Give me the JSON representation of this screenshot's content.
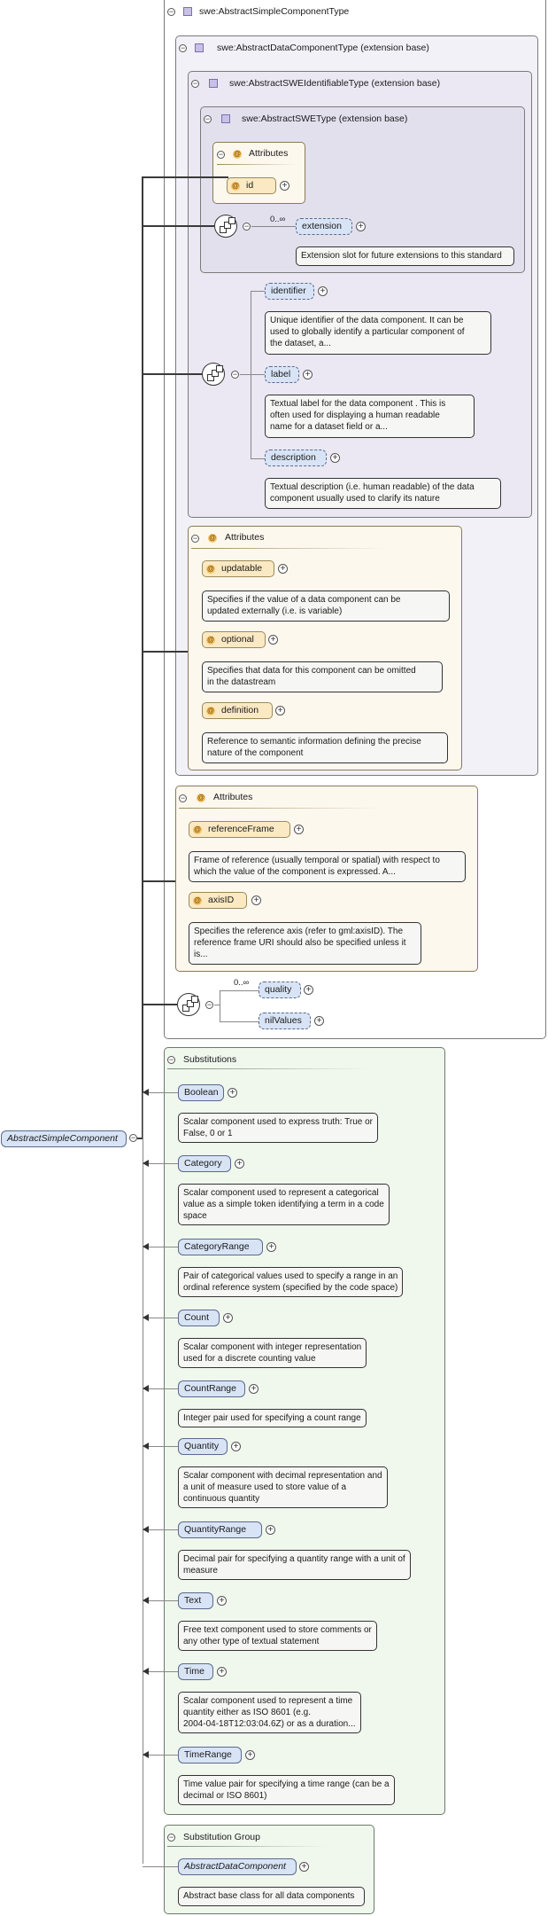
{
  "root": {
    "label": "AbstractSimpleComponent"
  },
  "complex_type": {
    "title": "swe:AbstractSimpleComponentType"
  },
  "data_component_type": {
    "title": "swe:AbstractDataComponentType (extension base)"
  },
  "identifiable_type": {
    "title": "swe:AbstractSWEIdentifiableType (extension base)"
  },
  "swe_type": {
    "title": "swe:AbstractSWEType (extension base)",
    "attributes_title": "Attributes",
    "id_attr": "id",
    "extension": {
      "label": "extension",
      "occurs": "0..∞",
      "doc": "Extension slot for future extensions to this standard"
    }
  },
  "identifiable_elements": [
    {
      "label": "identifier",
      "doc_lines": [
        "Unique identifier of the data component. It can be",
        "used to globally identify a particular component of",
        "the dataset, a..."
      ]
    },
    {
      "label": "label",
      "doc_lines": [
        "Textual label for the data component . This is",
        "often used for displaying a human readable",
        "name for a dataset field or a..."
      ]
    },
    {
      "label": "description",
      "doc_lines": [
        "Textual description (i.e. human readable) of the data",
        "component usually used to clarify its nature"
      ]
    }
  ],
  "data_component_attributes": {
    "title": "Attributes",
    "items": [
      {
        "label": "updatable",
        "doc_lines": [
          "Specifies if the value of a data component can be",
          "updated externally (i.e. is variable)"
        ]
      },
      {
        "label": "optional",
        "doc_lines": [
          "Specifies that data for this component can be omitted",
          "in the datastream"
        ]
      },
      {
        "label": "definition",
        "doc_lines": [
          "Reference to semantic information defining the precise",
          "nature of the component"
        ]
      }
    ]
  },
  "simple_attributes": {
    "title": "Attributes",
    "items": [
      {
        "label": "referenceFrame",
        "doc_lines": [
          "Frame of reference (usually temporal or spatial) with respect to",
          "which the value of the component is expressed. A..."
        ]
      },
      {
        "label": "axisID",
        "doc_lines": [
          "Specifies the reference axis (refer to gml:axisID). The",
          "reference frame URI should also be specified unless it",
          "is..."
        ]
      }
    ]
  },
  "sequence_elements": {
    "occurs": "0..∞",
    "items": [
      "quality",
      "nilValues"
    ]
  },
  "substitutions": {
    "title": "Substitutions",
    "items": [
      {
        "label": "Boolean",
        "doc_lines": [
          "Scalar component used to express truth: True or",
          "False, 0 or 1"
        ]
      },
      {
        "label": "Category",
        "doc_lines": [
          "Scalar component used to represent a categorical",
          "value as a simple token identifying a term in a code",
          "space"
        ]
      },
      {
        "label": "CategoryRange",
        "doc_lines": [
          "Pair of categorical values used to specify a range in an",
          "ordinal reference system (specified by the code space)"
        ]
      },
      {
        "label": "Count",
        "doc_lines": [
          "Scalar component with integer representation",
          "used for a discrete counting value"
        ]
      },
      {
        "label": "CountRange",
        "doc_lines": [
          "Integer pair used for specifying a count range"
        ]
      },
      {
        "label": "Quantity",
        "doc_lines": [
          "Scalar component with decimal representation and",
          "a unit of measure used to store value of a",
          "continuous quantity"
        ]
      },
      {
        "label": "QuantityRange",
        "doc_lines": [
          "Decimal pair for specifying a quantity range with a unit of",
          "measure"
        ]
      },
      {
        "label": "Text",
        "doc_lines": [
          "Free text component used to store comments or",
          "any other type of textual statement"
        ]
      },
      {
        "label": "Time",
        "doc_lines": [
          "Scalar component used to represent a time",
          "quantity either as ISO 8601 (e.g.",
          "2004-04-18T12:03:04.6Z) or as a duration..."
        ]
      },
      {
        "label": "TimeRange",
        "doc_lines": [
          "Time value pair for specifying a time range (can be a",
          "decimal or ISO 8601)"
        ]
      }
    ]
  },
  "substitution_group": {
    "title": "Substitution Group",
    "item": {
      "label": "AbstractDataComponent",
      "doc_lines": [
        "Abstract base class for all data components"
      ]
    }
  }
}
